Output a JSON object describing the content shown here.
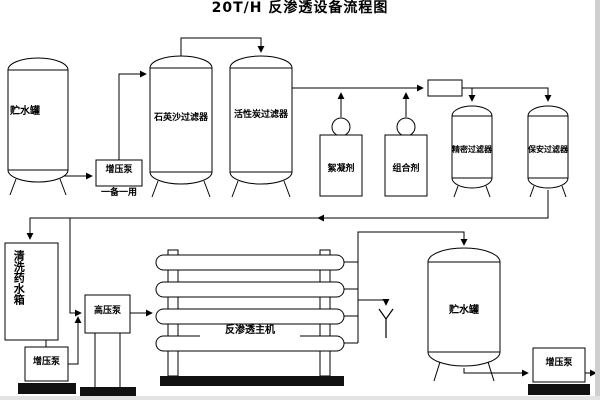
{
  "title": "20T/H 反渗透设备流程图",
  "labels": {
    "storage_tank_top": "贮水罐",
    "booster_pump_top": "增压泵",
    "standby_note": "一备一用",
    "quartz_sand_filter": "石英沙过滤器",
    "activated_carbon_filter": "活性炭过滤器",
    "flocculant": "絮凝剂",
    "combined_agent": "组合剂",
    "precision_filter": "精密过滤器",
    "security_filter": "保安过滤器",
    "cleaning_tank": "清洗药水箱",
    "booster_pump_left": "增压泵",
    "high_pressure_pump": "高压泵",
    "ro_main_unit": "反渗透主机",
    "storage_tank_bottom": "贮水罐",
    "booster_pump_right": "增压泵"
  },
  "colors": {
    "line": "#000000",
    "background": "#ffffff"
  }
}
